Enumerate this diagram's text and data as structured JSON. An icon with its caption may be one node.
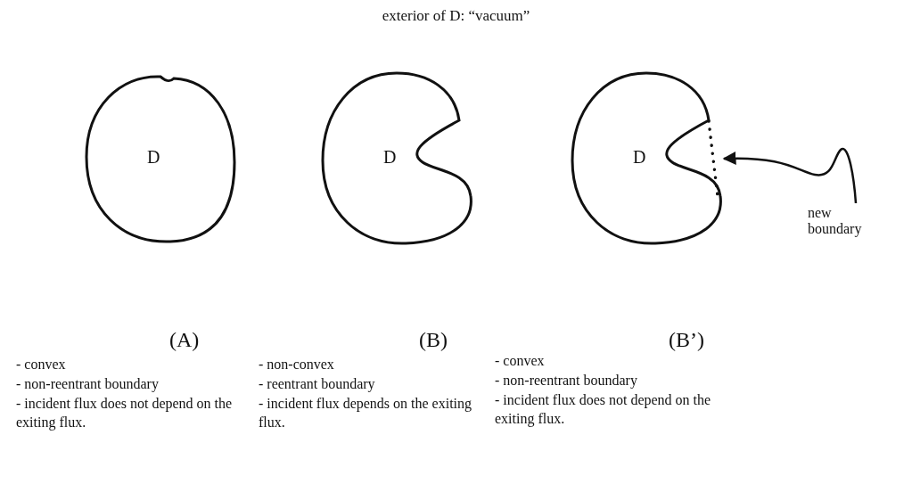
{
  "diagram": {
    "title": "exterior of D: “vacuum”",
    "nodes": [
      {
        "text": [
          "D"
        ],
        "beside": [
          "(A)",
          "- convex",
          "- non-reentrant boundary",
          "- incident flux does not depend on the exiting flux."
        ]
      },
      {
        "text": [
          "D"
        ],
        "beside": [
          "(B)",
          "- non-convex",
          "- reentrant boundary",
          "- incident flux depends on the exiting flux."
        ]
      },
      {
        "text": [
          "D"
        ],
        "beside": [
          "(B’)",
          "- convex",
          "- non-reentrant boundary",
          "- incident flux does not depend on the exiting flux."
        ]
      },
      {
        "text": [],
        "shape": "line"
      },
      {
        "text": [
          "new boundary"
        ]
      }
    ],
    "edges": [
      {
        "from": 4,
        "to": 3,
        "arrow": "to"
      }
    ]
  }
}
